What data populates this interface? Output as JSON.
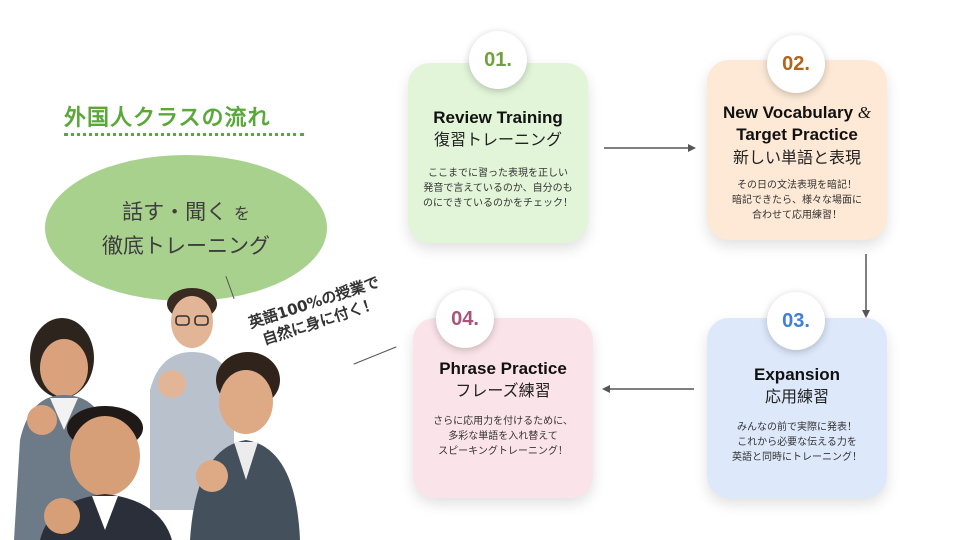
{
  "heading": "外国人クラスの流れ",
  "bubble": {
    "line1_main": "話す・聞く",
    "line1_small": "を",
    "line2": "徹底トレーニング"
  },
  "slogan": {
    "line1": "英語100%の授業で",
    "line2": "自然に身に付く！"
  },
  "steps": [
    {
      "number": "01.",
      "title": "Review Training",
      "subtitle": "復習トレーニング",
      "desc": [
        "ここまでに習った表現を正しい",
        "発音で言えているのか、自分のも",
        "のにできているのかをチェック！"
      ],
      "bg": "#e2f5d9",
      "accent": "#6fa23c"
    },
    {
      "number": "02.",
      "title_line1": "New Vocabulary",
      "title_amp": "&",
      "title_line2": "Target Practice",
      "subtitle": "新しい単語と表現",
      "desc": [
        "その日の文法表現を暗記！",
        "暗記できたら、様々な場面に",
        "合わせて応用練習！"
      ],
      "bg": "#fde9d6",
      "accent": "#b0641c"
    },
    {
      "number": "03.",
      "title": "Expansion",
      "subtitle": "応用練習",
      "desc": [
        "みんなの前で実際に発表！",
        "これから必要な伝える力を",
        "英語と同時にトレーニング！"
      ],
      "bg": "#dde9fb",
      "accent": "#3f7fd6"
    },
    {
      "number": "04.",
      "title": "Phrase Practice",
      "subtitle": "フレーズ練習",
      "desc": [
        "さらに応用力を付けるために、",
        "多彩な単語を入れ替えて",
        "スピーキングトレーニング！"
      ],
      "bg": "#fbe3ea",
      "accent": "#a8557c"
    }
  ],
  "colors": {
    "heading": "#5aa83a",
    "bubble": "#a9d18e",
    "arrow": "#555555"
  },
  "icons": [
    "right-arrow-icon",
    "down-arrow-icon",
    "left-arrow-icon"
  ]
}
